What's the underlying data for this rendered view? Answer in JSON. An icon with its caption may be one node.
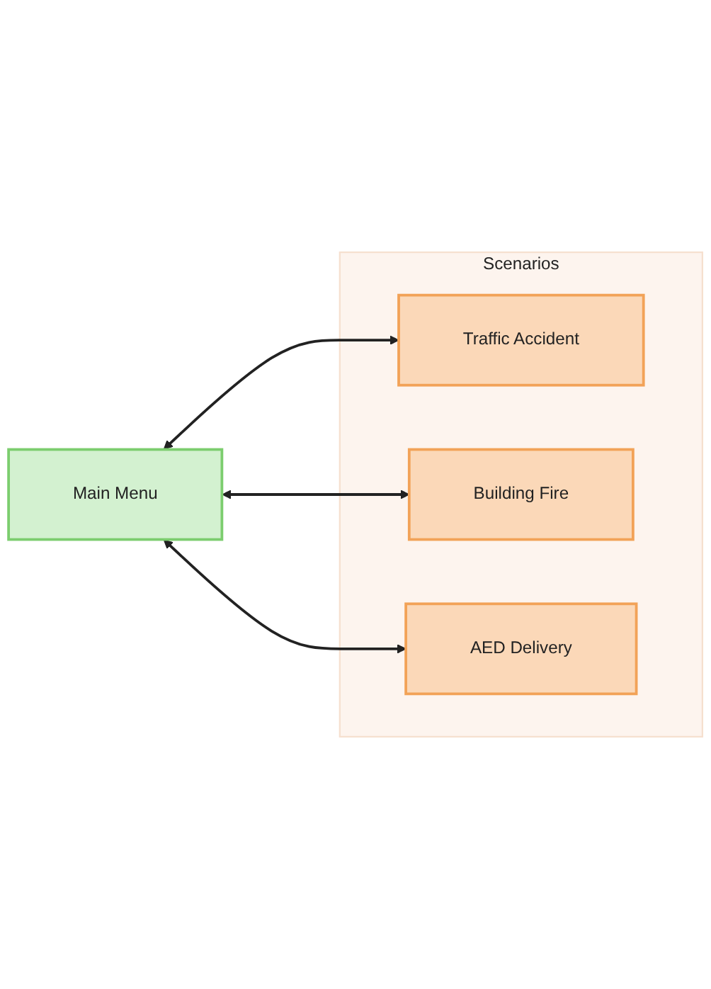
{
  "diagram": {
    "nodes": [
      {
        "text": [
          "Main Menu"
        ]
      },
      {
        "text": [
          "Scenarios"
        ]
      },
      {
        "text": [
          "Traffic Accident"
        ],
        "in": 1
      },
      {
        "text": [
          "Building Fire"
        ],
        "in": 1
      },
      {
        "text": [
          "AED Delivery"
        ],
        "in": 1
      }
    ],
    "edges": [
      {
        "from": 0,
        "to": 2,
        "arrow": "both"
      },
      {
        "from": 0,
        "to": 3,
        "arrow": "both"
      },
      {
        "from": 0,
        "to": 4,
        "arrow": "both"
      }
    ]
  }
}
